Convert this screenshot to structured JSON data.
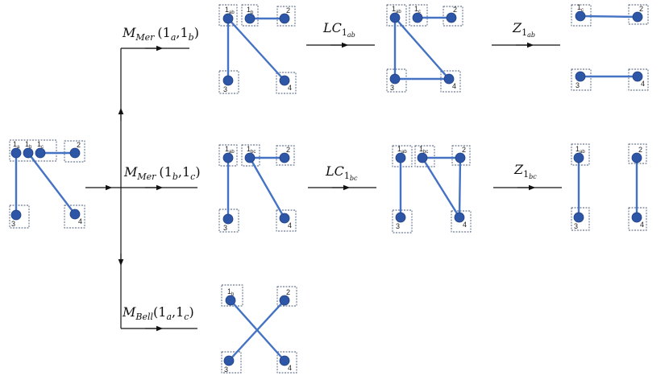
{
  "colors": {
    "node": "#2e56a6",
    "edge": "#4472c4",
    "box": "#4a5a7a",
    "arrow": "#111111"
  },
  "labels": {
    "n1a": "1",
    "n1a_sub": "a",
    "n1b": "1",
    "n1b_sub": "b",
    "n1c": "1",
    "n1c_sub": "c",
    "n1ab": "1",
    "n1ab_sub": "ab",
    "n1bc": "1",
    "n1bc_sub": "bc",
    "n2": "2",
    "n3": "3",
    "n4": "4"
  },
  "ops": {
    "mer_ab": {
      "main": "M",
      "sub": "Mer",
      "args": "(1",
      "a1": "a",
      "comma": ",1",
      "a2": "b",
      "close": ")"
    },
    "mer_bc": {
      "main": "M",
      "sub": "Mer",
      "args": "(1",
      "a1": "b",
      "comma": ",1",
      "a2": "c",
      "close": ")"
    },
    "bell_ac": {
      "main": "M",
      "sub": "Bell",
      "args": "(1",
      "a1": "a",
      "comma": ",1",
      "a2": "c",
      "close": ")"
    },
    "lc_ab": {
      "main": "LC",
      "sub": "1",
      "subsub": "ab"
    },
    "lc_bc": {
      "main": "LC",
      "sub": "1",
      "subsub": "bc"
    },
    "z_ab": {
      "main": "Z",
      "sub": "1",
      "subsub": "ab"
    },
    "z_bc": {
      "main": "Z",
      "sub": "1",
      "subsub": "bc"
    }
  }
}
